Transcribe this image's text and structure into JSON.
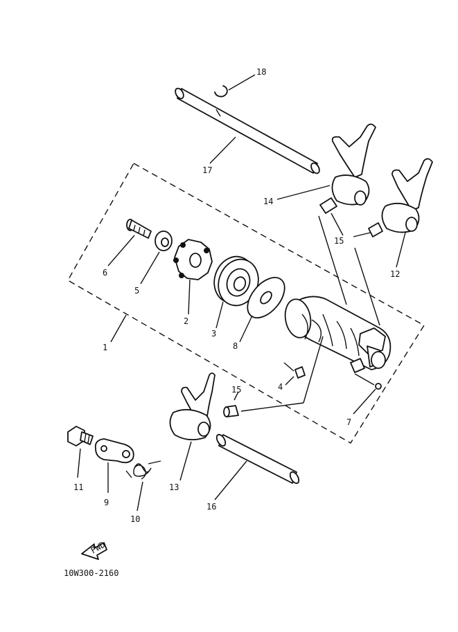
{
  "diagram": {
    "code": "10W300-2160",
    "fwd_label": "FWD",
    "labels": {
      "p1": "1",
      "p2": "2",
      "p3": "3",
      "p4": "4",
      "p5": "5",
      "p6": "6",
      "p7": "7",
      "p8": "8",
      "p9": "9",
      "p10": "10",
      "p11": "11",
      "p12": "12",
      "p13": "13",
      "p14": "14",
      "p15a": "15",
      "p15b": "15",
      "p16": "16",
      "p17": "17",
      "p18": "18"
    }
  }
}
